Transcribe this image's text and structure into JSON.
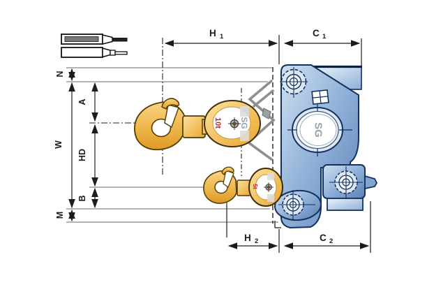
{
  "diagram": {
    "type": "chain-hoist-dimension-drawing",
    "labels": {
      "h1": "H",
      "h1_sub": "1",
      "c1": "C",
      "c1_sub": "1",
      "h2": "H",
      "h2_sub": "2",
      "c2": "C",
      "c2_sub": "2",
      "n": "N",
      "w": "W",
      "a": "A",
      "hd": "HD",
      "b": "B",
      "m": "M"
    },
    "markings": {
      "body_logo": "SG",
      "main_wheel_logo": "SG",
      "main_wheel_capacity": "10t",
      "aux_wheel_capacity": "5t"
    },
    "colors": {
      "body_blue": "#7fa6d0",
      "body_outline": "#16305e",
      "hook_gold": "#f3bc55",
      "hook_outline": "#513c00",
      "capacity_red": "#c32332",
      "brand_gray": "#98a2ae",
      "dimension_line": "#1c1c1c",
      "extension_line": "#9c9c9c",
      "chain_gray": "#8f8f8f"
    }
  }
}
